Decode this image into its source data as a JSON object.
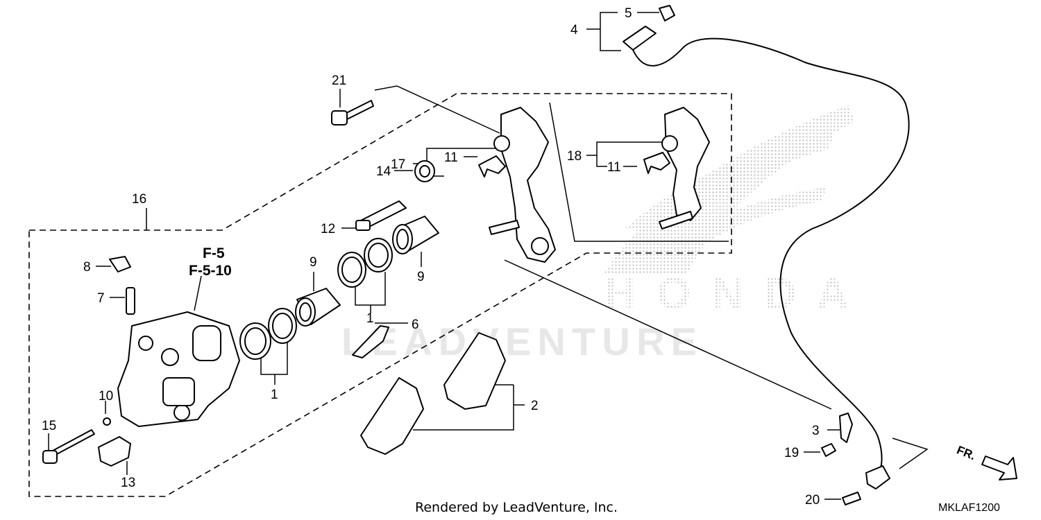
{
  "callouts": {
    "c1a": "1",
    "c1b": "1",
    "c2": "2",
    "c3": "3",
    "c4": "4",
    "c5": "5",
    "c6": "6",
    "c7": "7",
    "c8": "8",
    "c9a": "9",
    "c9b": "9",
    "c10": "10",
    "c11a": "11",
    "c11b": "11",
    "c12": "12",
    "c13": "13",
    "c14": "14",
    "c15": "15",
    "c16": "16",
    "c17": "17",
    "c18": "18",
    "c19": "19",
    "c20": "20",
    "c21": "21"
  },
  "references": {
    "ref1": "F-5",
    "ref2": "F-5-10"
  },
  "watermarks": {
    "leadventure": "LEADVENTURE",
    "brand": "HONDA"
  },
  "direction_label": "FR.",
  "footer": {
    "rendered_by": "Rendered by LeadVenture, Inc.",
    "diagram_code": "MKLAF1200"
  }
}
